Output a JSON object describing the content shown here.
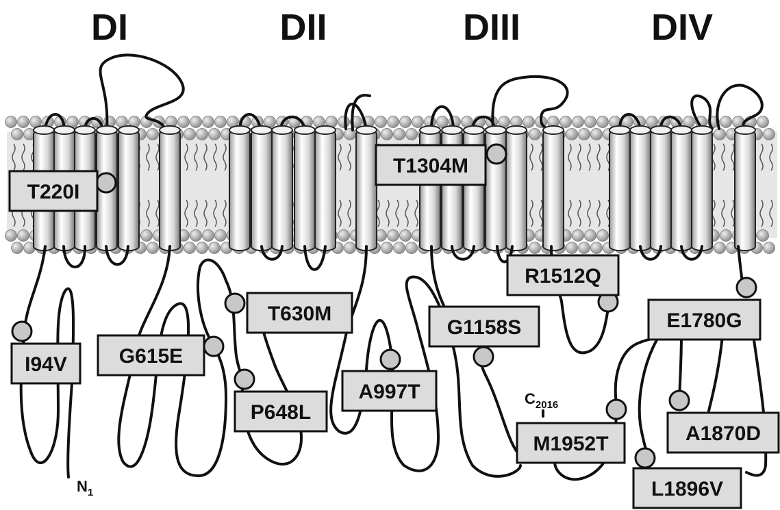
{
  "domains": [
    "DI",
    "DII",
    "DIII",
    "DIV"
  ],
  "mutations": [
    "T220I",
    "I94V",
    "G615E",
    "T630M",
    "P648L",
    "T1304M",
    "A997T",
    "G1158S",
    "R1512Q",
    "E1780G",
    "M1952T",
    "A1870D",
    "L1896V"
  ],
  "termini": {
    "n": {
      "letter": "N",
      "number": "1"
    },
    "c": {
      "letter": "C",
      "number": "2016"
    }
  },
  "colors": {
    "membrane_band": "#e6e6e6",
    "lipid_head": "#a8a8a8",
    "label_fill": "#dcdcdc",
    "line": "#111111"
  }
}
